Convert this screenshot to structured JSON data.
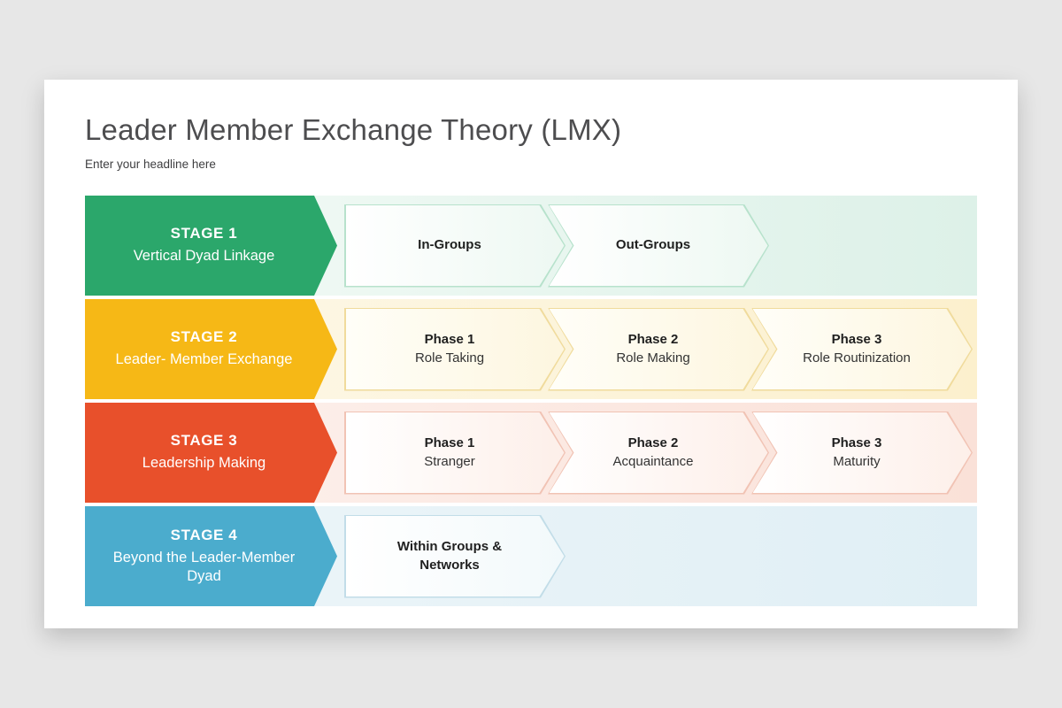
{
  "page": {
    "title": "Leader Member Exchange Theory (LMX)",
    "subtitle": "Enter your headline here"
  },
  "colors": {
    "stage1": "#2BA76B",
    "stage2": "#F6B816",
    "stage3": "#E8502B",
    "stage4": "#4BACCD",
    "card_background": "#FFFFFF",
    "page_background": "#E7E7E7"
  },
  "rows": [
    {
      "stage_label": "STAGE 1",
      "stage_name": "Vertical Dyad Linkage",
      "color": "#2BA76B",
      "phases": [
        {
          "title": "In-Groups"
        },
        {
          "title": "Out-Groups"
        }
      ]
    },
    {
      "stage_label": "STAGE 2",
      "stage_name": "Leader- Member Exchange",
      "color": "#F6B816",
      "phases": [
        {
          "title": "Phase 1",
          "subtitle": "Role Taking"
        },
        {
          "title": "Phase 2",
          "subtitle": "Role Making"
        },
        {
          "title": "Phase 3",
          "subtitle": "Role Routinization"
        }
      ]
    },
    {
      "stage_label": "STAGE 3",
      "stage_name": "Leadership Making",
      "color": "#E8502B",
      "phases": [
        {
          "title": "Phase 1",
          "subtitle": "Stranger"
        },
        {
          "title": "Phase 2",
          "subtitle": "Acquaintance"
        },
        {
          "title": "Phase 3",
          "subtitle": "Maturity"
        }
      ]
    },
    {
      "stage_label": "STAGE 4",
      "stage_name": "Beyond the Leader-Member Dyad",
      "color": "#4BACCD",
      "phases": [
        {
          "title": "Within Groups & Networks"
        }
      ]
    }
  ]
}
